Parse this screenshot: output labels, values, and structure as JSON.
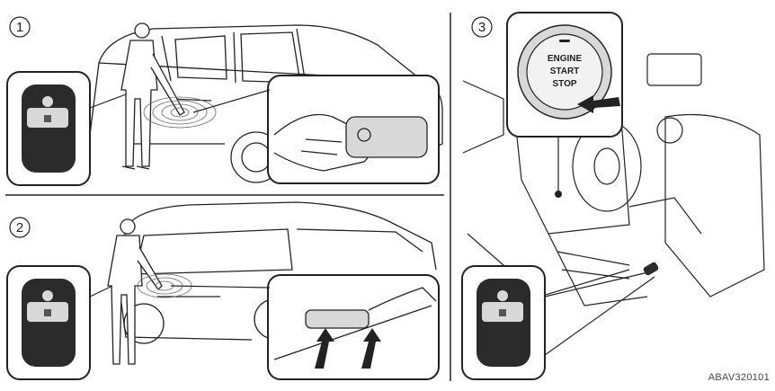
{
  "steps": [
    {
      "number": "1"
    },
    {
      "number": "2"
    },
    {
      "number": "3"
    }
  ],
  "engine_button": {
    "line1": "ENGINE",
    "line2": "START",
    "line3": "STOP"
  },
  "figure_code": "ABAV320101",
  "colors": {
    "line": "#222222",
    "key_fob": "#2b2b2b",
    "gray_fill": "#d8d8d8",
    "panel_bg": "#ffffff"
  },
  "icons": [
    "key-fob-icon",
    "lock-icon",
    "press-arrow-icon",
    "signal-wave-icon"
  ]
}
